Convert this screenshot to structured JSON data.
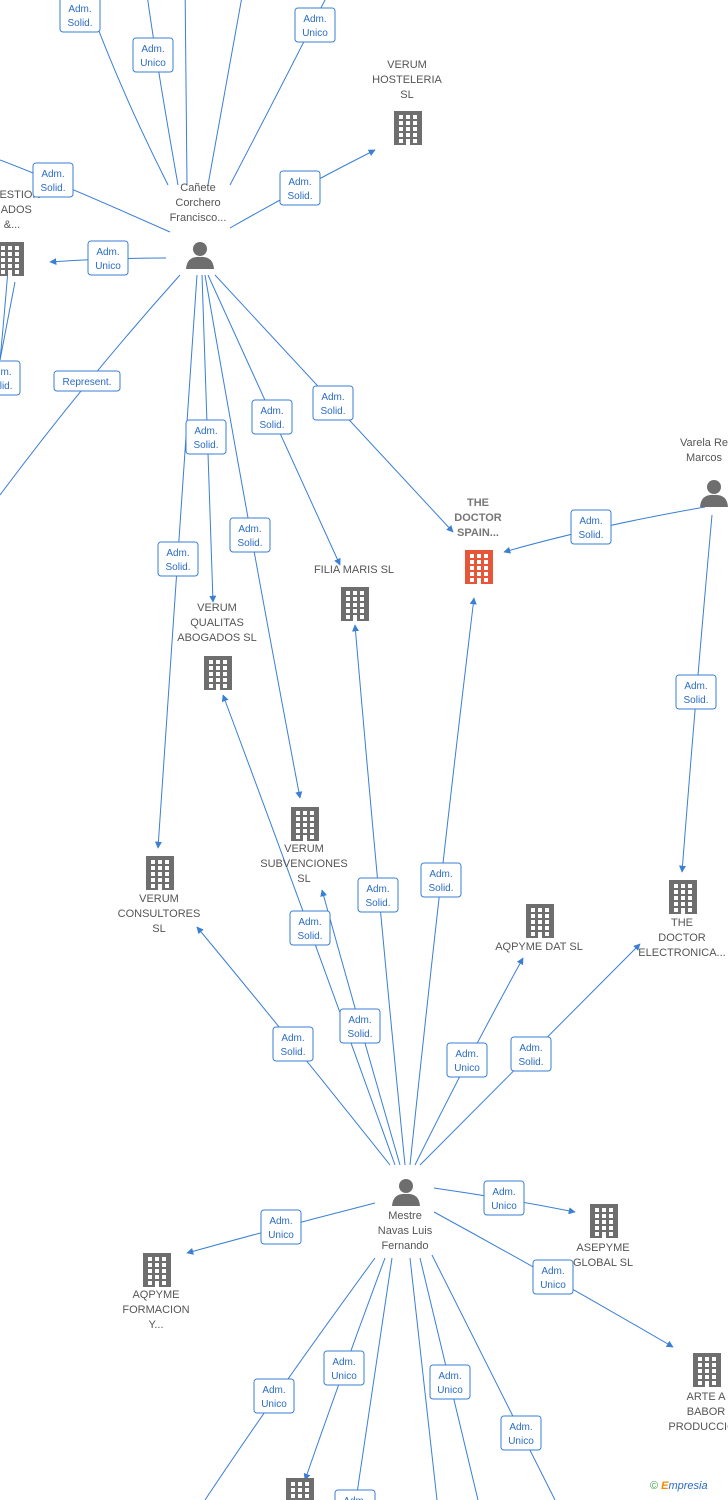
{
  "nodes": [
    {
      "id": "canete",
      "kind": "person",
      "lines": [
        "Cañete",
        "Corchero",
        "Francisco..."
      ]
    },
    {
      "id": "mestre",
      "kind": "person",
      "lines": [
        "Mestre",
        "Navas Luis",
        "Fernando"
      ]
    },
    {
      "id": "varela",
      "kind": "person",
      "lines": [
        "Varela Re",
        "Marcos"
      ]
    },
    {
      "id": "verum_hosteleria",
      "kind": "company",
      "lines": [
        "VERUM",
        "HOSTELERIA",
        "SL"
      ]
    },
    {
      "id": "gestion",
      "kind": "company",
      "lines": [
        "AGESTION",
        "GADOS",
        "&..."
      ]
    },
    {
      "id": "the_doctor_spain",
      "kind": "company",
      "highlight": true,
      "lines": [
        "THE",
        "DOCTOR",
        "SPAIN..."
      ]
    },
    {
      "id": "filia_maris",
      "kind": "company",
      "lines": [
        "FILIA MARIS  SL"
      ]
    },
    {
      "id": "verum_qualitas",
      "kind": "company",
      "lines": [
        "VERUM",
        "QUALITAS",
        "ABOGADOS  SL"
      ]
    },
    {
      "id": "verum_subvenciones",
      "kind": "company",
      "lines": [
        "VERUM",
        "SUBVENCIONES",
        "SL"
      ]
    },
    {
      "id": "verum_consultores",
      "kind": "company",
      "lines": [
        "VERUM",
        "CONSULTORES",
        "SL"
      ]
    },
    {
      "id": "aqpyme_dat",
      "kind": "company",
      "lines": [
        "AQPYME DAT SL"
      ]
    },
    {
      "id": "the_doctor_electronica",
      "kind": "company",
      "lines": [
        "THE",
        "DOCTOR",
        "ELECTRONICA..."
      ]
    },
    {
      "id": "asepyme",
      "kind": "company",
      "lines": [
        "ASEPYME",
        "GLOBAL SL"
      ]
    },
    {
      "id": "aqpyme_formacion",
      "kind": "company",
      "lines": [
        "AQPYME",
        "FORMACION",
        "Y..."
      ]
    },
    {
      "id": "arte_a_babor",
      "kind": "company",
      "lines": [
        "ARTE A",
        "BABOR",
        "PRODUCCION"
      ]
    },
    {
      "id": "bottom_company",
      "kind": "company",
      "lines": []
    }
  ],
  "edges": [
    {
      "label": [
        "Adm.",
        "Solid."
      ]
    },
    {
      "label": [
        "Adm.",
        "Unico"
      ]
    },
    {
      "label": [
        "Adm.",
        "Unico"
      ]
    },
    {
      "label": []
    },
    {
      "label": []
    },
    {
      "label": [
        "Adm.",
        "Solid."
      ]
    },
    {
      "label": [
        "Adm.",
        "Solid."
      ]
    },
    {
      "label": [
        "Adm.",
        "Unico"
      ]
    },
    {
      "label": [
        "Represent."
      ]
    },
    {
      "label": []
    },
    {
      "label": [
        "Adm.",
        "Solid."
      ]
    },
    {
      "label": [
        "Adm.",
        "Solid."
      ]
    },
    {
      "label": [
        "Adm.",
        "Solid."
      ]
    },
    {
      "label": [
        "Adm.",
        "Solid."
      ]
    },
    {
      "label": [
        "Adm.",
        "Solid."
      ]
    },
    {
      "label": [
        "Adm.",
        "Solid."
      ]
    },
    {
      "label": [
        "Adm.",
        "Solid."
      ]
    },
    {
      "label": [
        "Adm.",
        "Solid."
      ]
    },
    {
      "label": [
        "Adm.",
        "Solid."
      ]
    },
    {
      "label": [
        "Adm.",
        "Solid."
      ]
    },
    {
      "label": [
        "Adm.",
        "Solid."
      ]
    },
    {
      "label": [
        "Adm.",
        "Solid."
      ]
    },
    {
      "label": [
        "Adm.",
        "Unico"
      ]
    },
    {
      "label": [
        "Adm.",
        "Solid."
      ]
    },
    {
      "label": [
        "Adm.",
        "Unico"
      ]
    },
    {
      "label": [
        "Adm.",
        "Unico"
      ]
    },
    {
      "label": [
        "Adm.",
        "Unico"
      ]
    },
    {
      "label": [
        "Adm.",
        "Unico"
      ]
    },
    {
      "label": [
        "Adm.",
        "Unico"
      ]
    },
    {
      "label": [
        "Adm.",
        "Unico"
      ]
    },
    {
      "label": [
        "Adm.",
        "Unico"
      ]
    },
    {
      "label": [
        "Adm."
      ]
    },
    {
      "label": []
    },
    {
      "label": [
        "Adm.",
        "Solid."
      ]
    },
    {
      "label": [
        "Adm.",
        "Solid."
      ]
    }
  ],
  "brand": {
    "copyright": "©",
    "name_initial": "E",
    "name_rest": "mpresia"
  },
  "colors": {
    "edge": "#3a7fd4",
    "highlight": "#e8563a",
    "node": "#6e6e6e"
  }
}
